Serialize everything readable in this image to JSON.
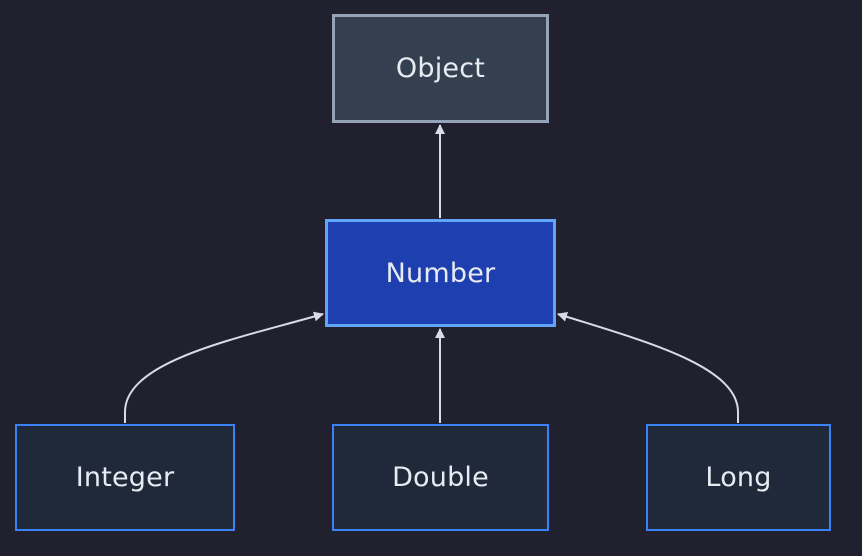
{
  "nodes": {
    "object": "Object",
    "number": "Number",
    "integer": "Integer",
    "double": "Double",
    "long": "Long"
  },
  "edges": [
    {
      "from": "Number",
      "to": "Object"
    },
    {
      "from": "Integer",
      "to": "Number"
    },
    {
      "from": "Double",
      "to": "Number"
    },
    {
      "from": "Long",
      "to": "Number"
    }
  ],
  "colors": {
    "background": "#20202e",
    "object_fill": "#344050",
    "object_border": "#94a3b8",
    "number_fill": "#1e3faf",
    "number_border": "#60a5fa",
    "child_fill": "#1f293a",
    "child_border": "#3b82f6",
    "edge": "#d8dce4",
    "text": "#e8ecf2"
  }
}
